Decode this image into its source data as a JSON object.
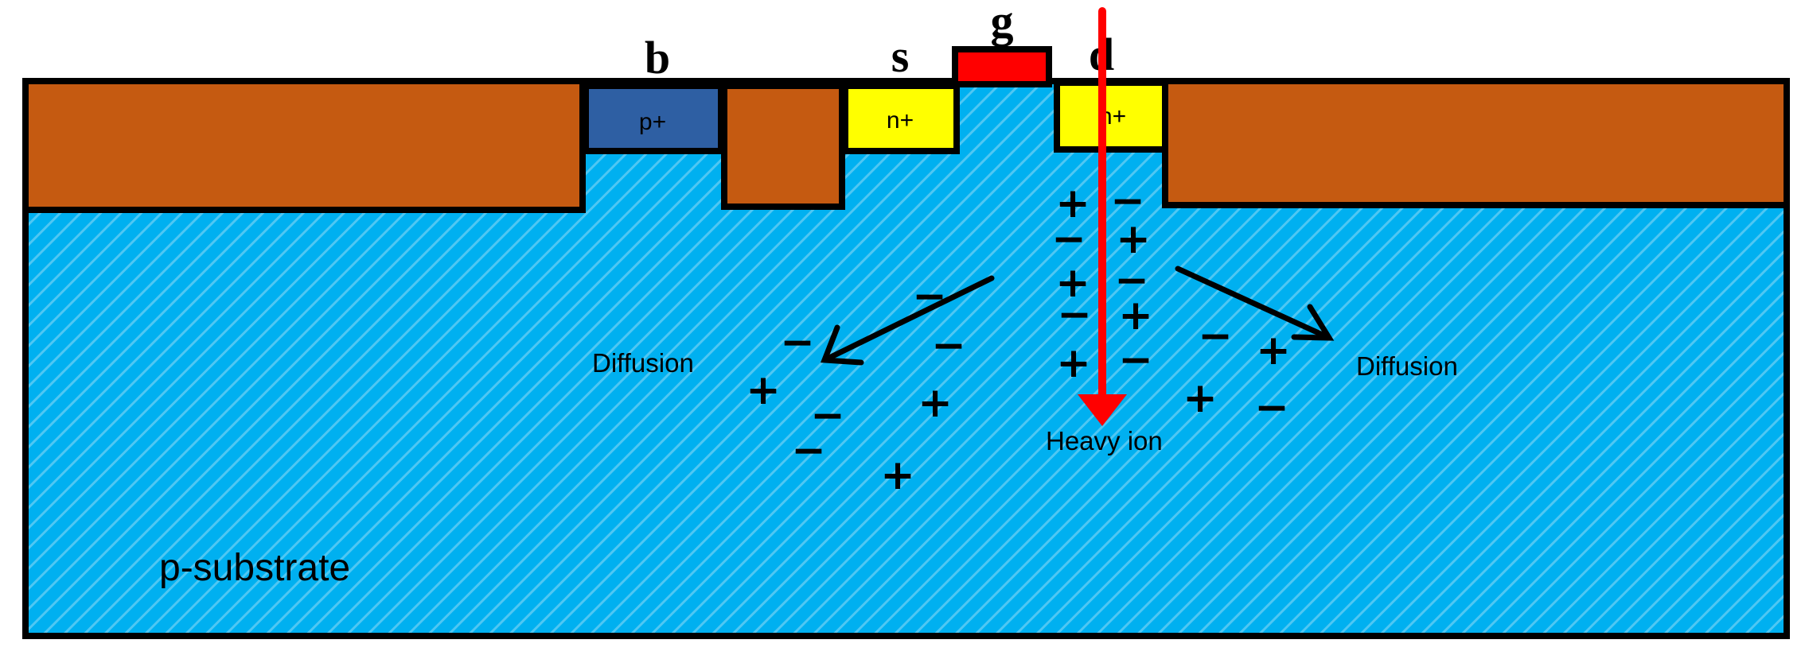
{
  "terminals": {
    "b": "b",
    "s": "s",
    "g": "g",
    "d": "d"
  },
  "regions": {
    "body_contact": "p+",
    "source": "n+",
    "drain": "n+",
    "substrate": "p-substrate"
  },
  "labels": {
    "diffusion_left": "Diffusion",
    "diffusion_right": "Diffusion",
    "heavy_ion": "Heavy ion"
  },
  "charges": {
    "column": [
      "+",
      "−",
      "−",
      "+",
      "+",
      "−",
      "−",
      "+",
      "+",
      "−"
    ],
    "left": [
      "−",
      "−",
      "−",
      "+",
      "−",
      "+",
      "−",
      "+"
    ],
    "right": [
      "−",
      "+",
      "+",
      "−"
    ]
  },
  "colors": {
    "substrate": "#00b0f0",
    "oxide": "#c55a11",
    "p_plus": "#2e5fa3",
    "n_plus": "#ffff00",
    "gate": "#ff0000",
    "ion_track": "#ff0000",
    "outline": "#000000"
  }
}
